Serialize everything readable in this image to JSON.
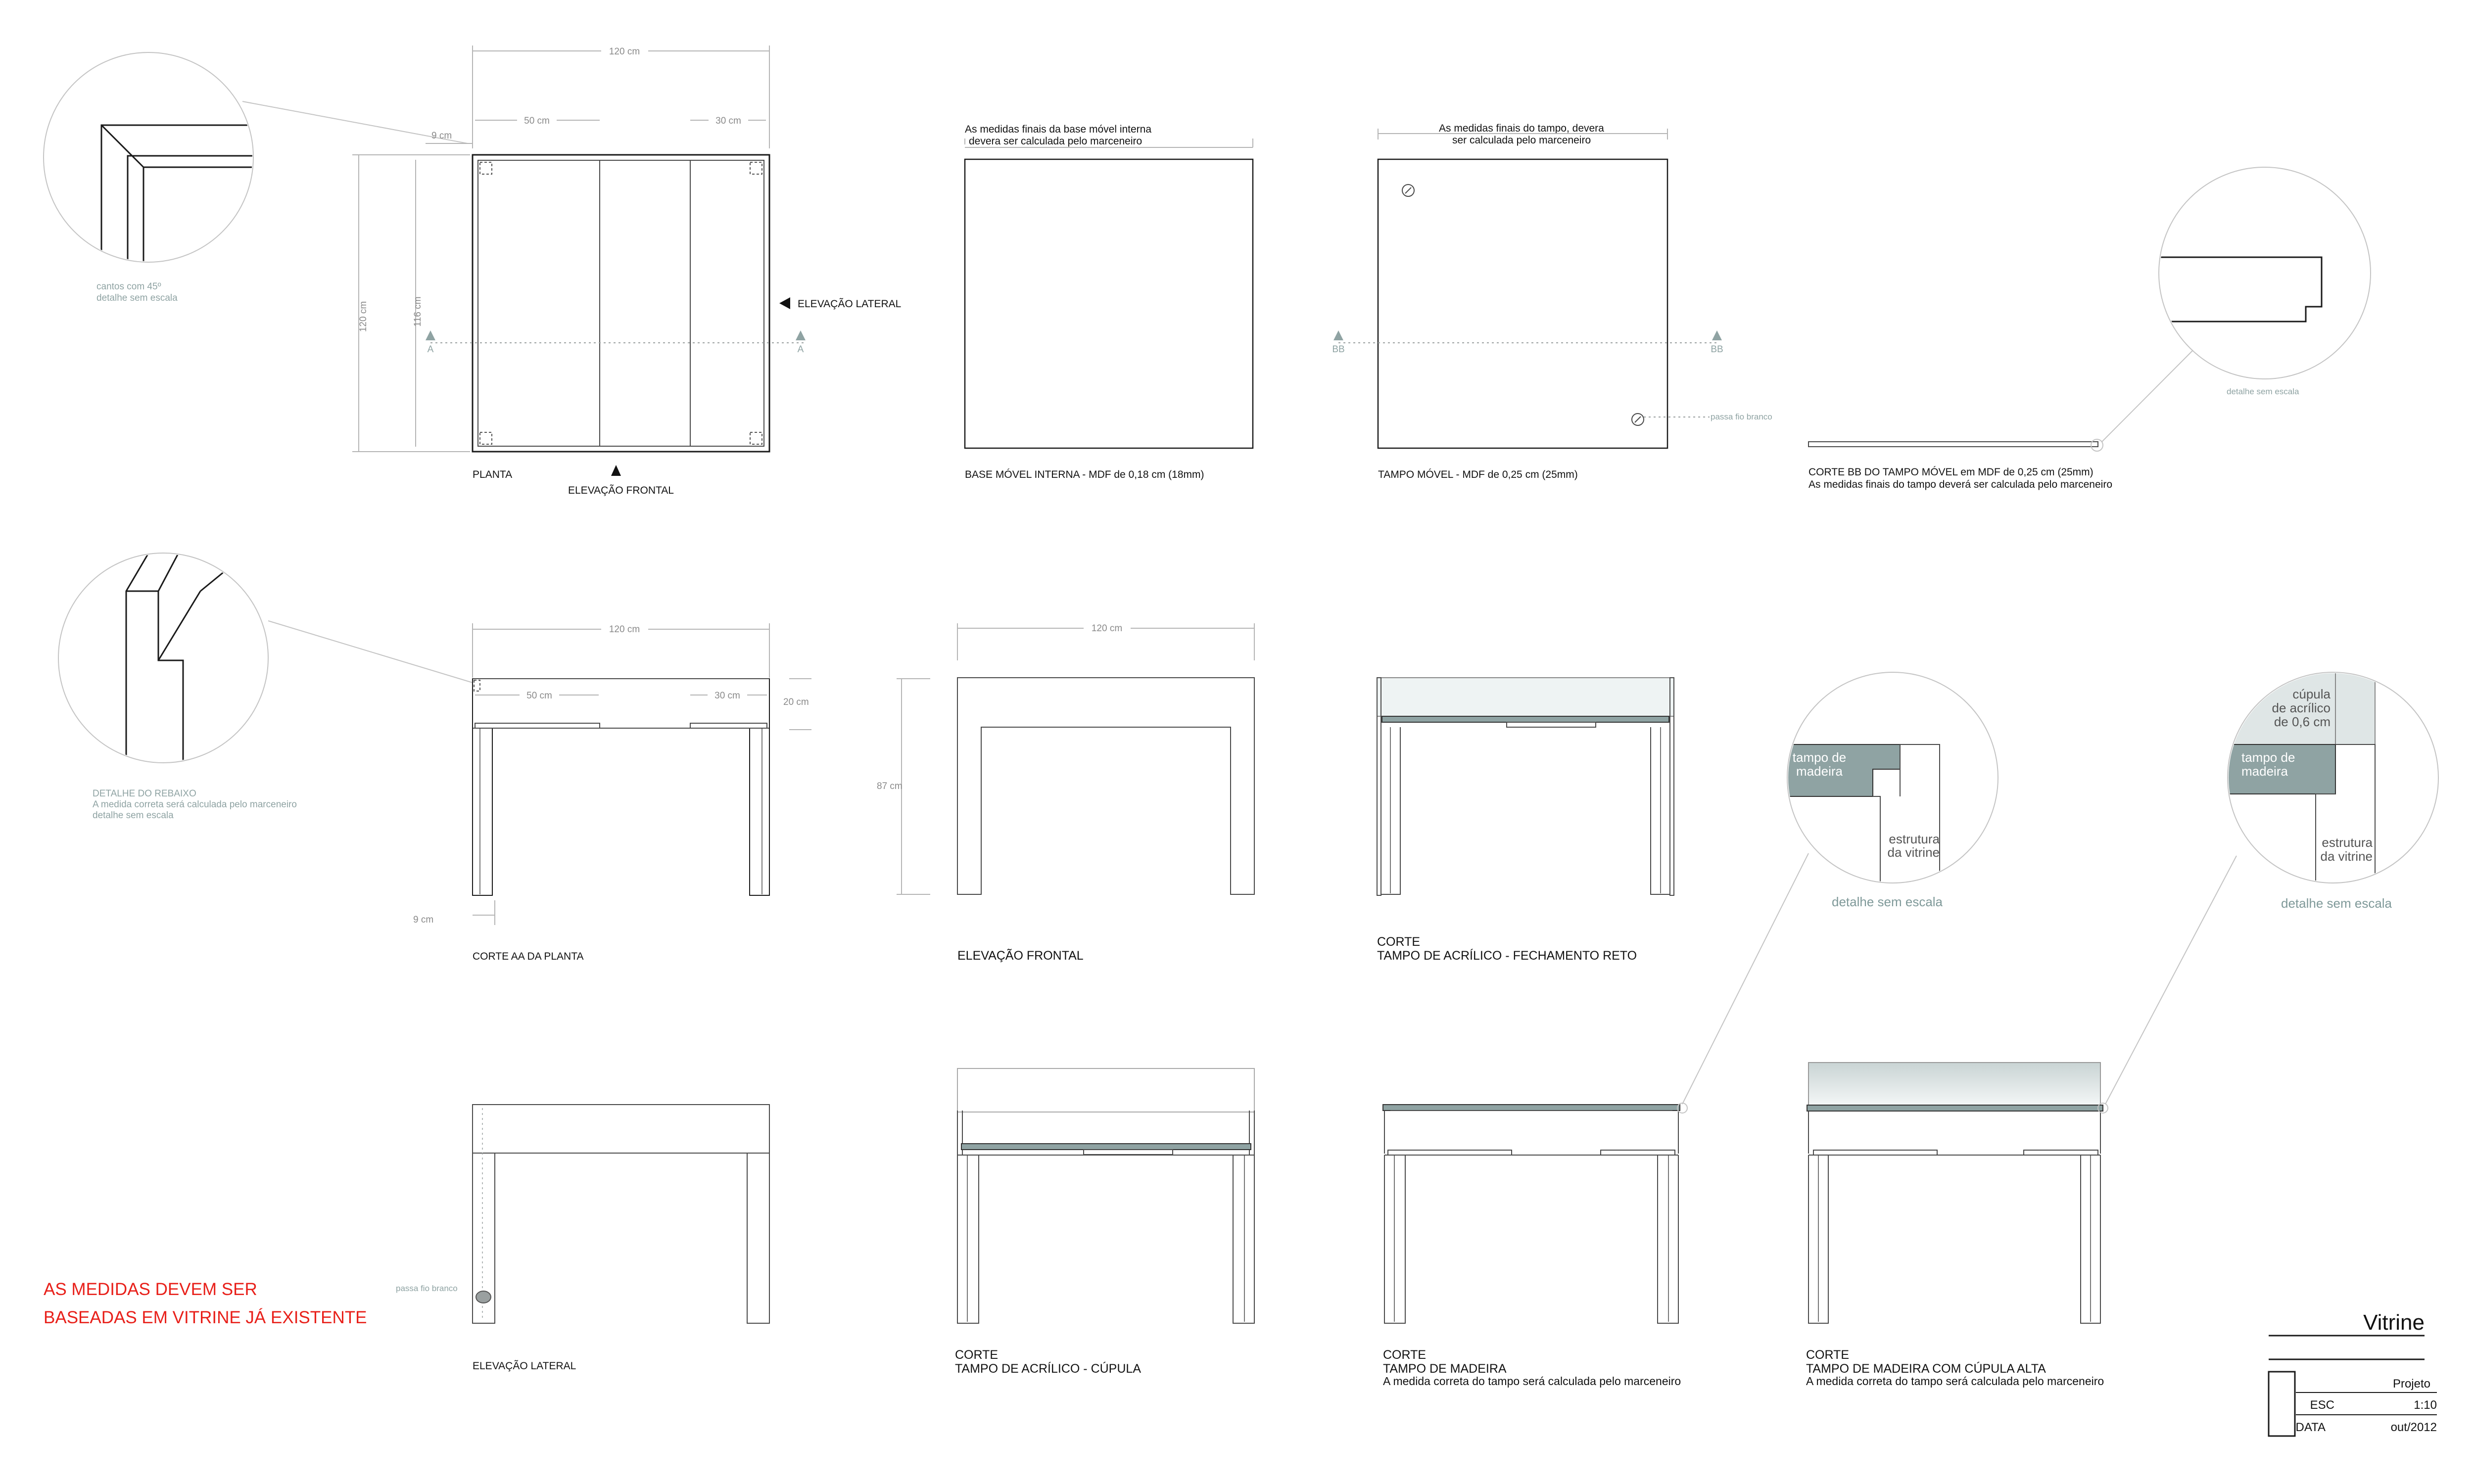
{
  "plan": {
    "dim_total": "120 cm",
    "dim_left": "50 cm",
    "dim_right": "30 cm",
    "dim_corner": "9 cm",
    "dim_height": "120 cm",
    "dim_inner": "116 cm",
    "section_mark": "A",
    "elev_lateral": "ELEVAÇÃO LATERAL",
    "elev_frontal": "ELEVAÇÃO FRONTAL",
    "label": "PLANTA"
  },
  "detail_corner": {
    "line1": "cantos com 45º",
    "line2": "detalhe sem escala"
  },
  "base": {
    "note_line1": "As medidas finais da base móvel interna",
    "note_line2": "devera ser calculada pelo marceneiro",
    "label": "BASE MÓVEL INTERNA - MDF de 0,18 cm (18mm)"
  },
  "tampo": {
    "note_line1": "As medidas finais do tampo, devera",
    "note_line2": "ser calculada pelo marceneiro",
    "section_mark": "BB",
    "passa_fio": "passa fio branco",
    "label": "TAMPO MÓVEL - MDF de 0,25 cm (25mm)"
  },
  "corte_bb": {
    "label_line1": "CORTE BB DO TAMPO MÓVEL em MDF de 0,25 cm (25mm)",
    "label_line2": "As medidas finais do tampo deverá ser calculada pelo marceneiro",
    "detail_note": "detalhe sem escala"
  },
  "detail_rebaixo": {
    "line1": "DETALHE DO REBAIXO",
    "line2": "A medida correta será calculada pelo marceneiro",
    "line3": "detalhe sem escala"
  },
  "corte_aa": {
    "dim_total": "120 cm",
    "dim_left": "50 cm",
    "dim_right": "30 cm",
    "dim_depth": "20 cm",
    "dim_leg": "9 cm",
    "label": "CORTE AA DA PLANTA"
  },
  "elev_frontal": {
    "dim_total": "120 cm",
    "dim_height": "87 cm",
    "label": "ELEVAÇÃO FRONTAL"
  },
  "corte_reto": {
    "label_line1": "CORTE",
    "label_line2": "TAMPO DE ACRÍLICO - FECHAMENTO RETO"
  },
  "detail_madeira": {
    "tampo_line1": "tampo de",
    "tampo_line2": "madeira",
    "estrutura_line1": "estrutura",
    "estrutura_line2": "da vitrine",
    "note": "detalhe sem escala"
  },
  "detail_cupula": {
    "cupula_line1": "cúpula",
    "cupula_line2": "de acrílico",
    "cupula_line3": "de 0,6 cm",
    "tampo_line1": "tampo de",
    "tampo_line2": "madeira",
    "estrutura_line1": "estrutura",
    "estrutura_line2": "da vitrine",
    "note": "detalhe sem escala"
  },
  "elev_lateral": {
    "passa_fio": "passa fio branco",
    "label": "ELEVAÇÃO LATERAL"
  },
  "corte_cupula": {
    "label_line1": "CORTE",
    "label_line2": "TAMPO DE ACRÍLICO - CÚPULA"
  },
  "corte_madeira": {
    "label_line1": "CORTE",
    "label_line2": "TAMPO DE MADEIRA",
    "label_line3": "A medida correta do tampo será calculada pelo marceneiro"
  },
  "corte_madeira_cupula": {
    "label_line1": "CORTE",
    "label_line2": "TAMPO DE MADEIRA COM CÚPULA ALTA",
    "label_line3": "A medida correta do tampo será calculada pelo marceneiro"
  },
  "warning": {
    "line1": "AS MEDIDAS DEVEM SER",
    "line2": "BASEADAS EM VITRINE JÁ EXISTENTE"
  },
  "title_block": {
    "title": "Vitrine",
    "projeto": "Projeto",
    "esc_label": "ESC",
    "esc_value": "1:10",
    "data_label": "DATA",
    "data_value": "out/2012"
  },
  "colors": {
    "line": "#1a1a1a",
    "dimension": "#b5b5b5",
    "note_teal": "#8fa3a3",
    "warning_red": "#e8201a",
    "glass": "#dfe6e6"
  }
}
